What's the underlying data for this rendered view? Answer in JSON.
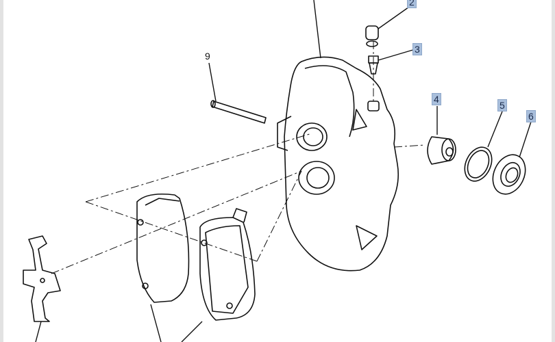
{
  "diagram": {
    "callouts": [
      {
        "id": "c2",
        "label": "2",
        "highlighted": true
      },
      {
        "id": "c3",
        "label": "3",
        "highlighted": true
      },
      {
        "id": "c4",
        "label": "4",
        "highlighted": true
      },
      {
        "id": "c5",
        "label": "5",
        "highlighted": true
      },
      {
        "id": "c6",
        "label": "6",
        "highlighted": true
      },
      {
        "id": "c9",
        "label": "9",
        "highlighted": false
      }
    ],
    "colors": {
      "callout_bg": "#a9bfdc",
      "line": "#111111",
      "border": "#e2e2e2"
    }
  }
}
